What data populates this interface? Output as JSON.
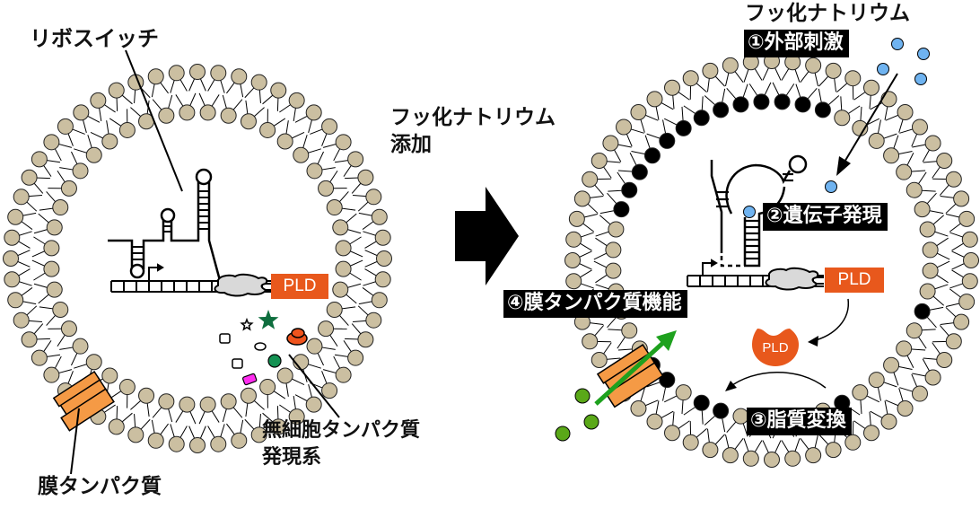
{
  "labels": {
    "riboswitch": "リボスイッチ",
    "cell_free_line1": "無細胞タンパク質",
    "cell_free_line2": "発現系",
    "membrane_protein": "膜タンパク質",
    "add_line1": "フッ化ナトリウム",
    "add_line2": "添加",
    "naf_top": "フッ化ナトリウム",
    "pld": "PLD",
    "pld_enzyme": "PLD"
  },
  "steps": [
    {
      "num": "①",
      "text": "外部刺激"
    },
    {
      "num": "②",
      "text": "遺伝子発現"
    },
    {
      "num": "③",
      "text": "脂質変換"
    },
    {
      "num": "④",
      "text": "膜タンパク質機能"
    }
  ],
  "colors": {
    "lipid_head": "#cbbfa1",
    "converted_lipid": "#000000",
    "pld": "#e8581c",
    "membrane_protein": "#f59a45",
    "fluoride": "#6fb3f0",
    "transport_arrow": "#1ea11e",
    "substrate": "#5aa818",
    "ribosome": "#d9d9d9",
    "star_green": "#0e6e3e",
    "magenta": "#ff2cf0"
  }
}
